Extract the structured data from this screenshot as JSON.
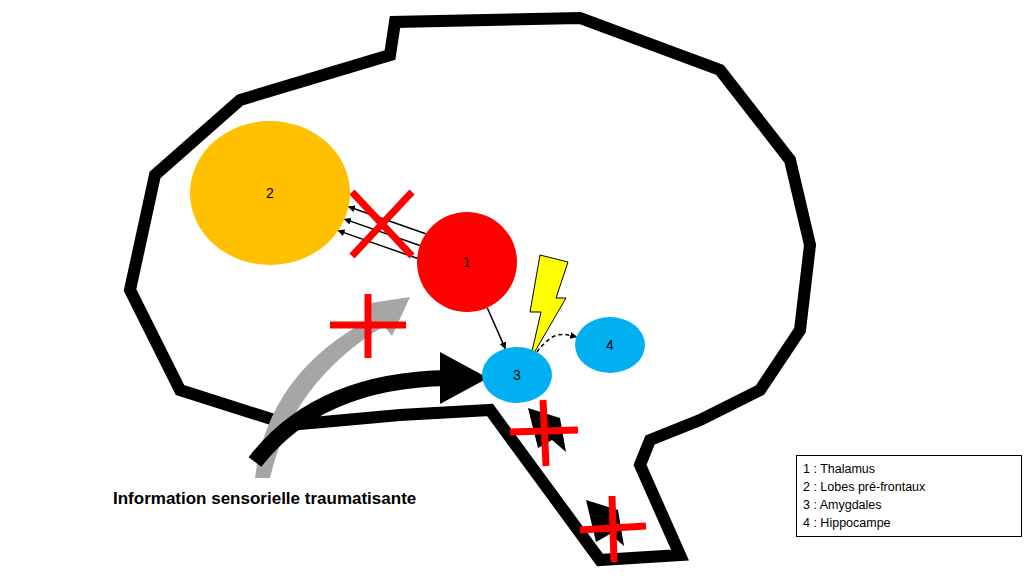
{
  "diagram": {
    "nodes": [
      {
        "text": [
          "2"
        ]
      },
      {
        "text": [
          "1"
        ]
      },
      {
        "text": [
          "4"
        ]
      },
      {
        "text": [
          "3"
        ]
      }
    ],
    "edges": [
      {
        "from": 1,
        "to": 0,
        "arrow": "to"
      },
      {
        "from": 1,
        "to": 3,
        "arrow": "to"
      },
      {
        "from": 3,
        "to": 2,
        "arrow": "to"
      }
    ],
    "labels": [
      "Information sensorielle traumatisante",
      "1 : Thalamus",
      "2 : Lobes pré-frontaux",
      "3 : Amygdales",
      "4 : Hippocampe"
    ]
  }
}
